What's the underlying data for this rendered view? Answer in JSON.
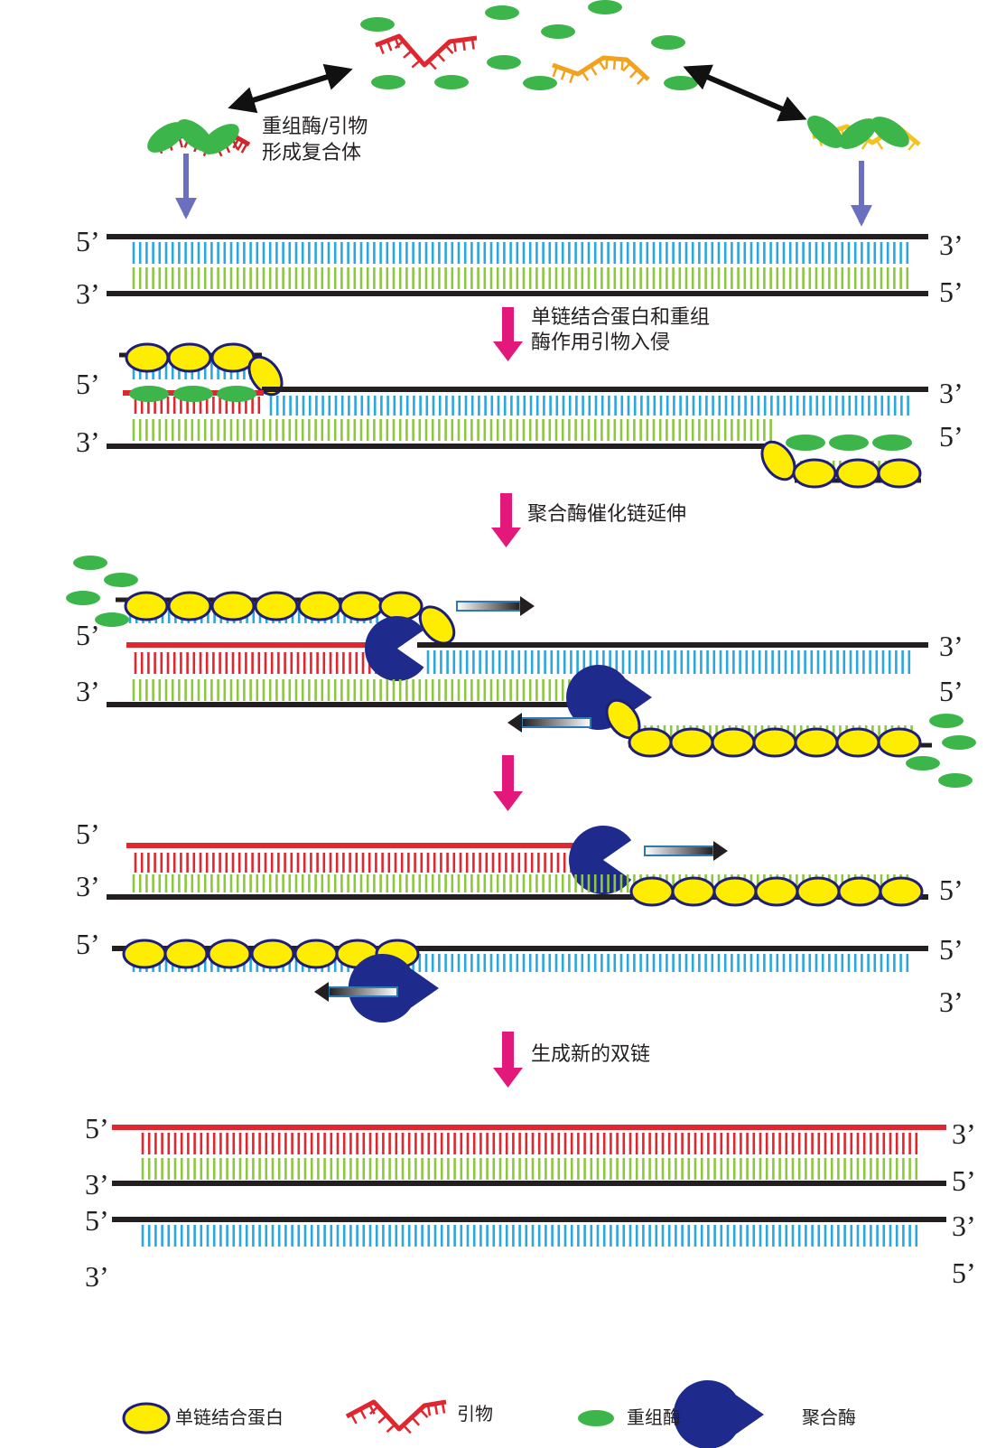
{
  "colors": {
    "strand": "#231f20",
    "template_top_rung": "#2aa7df",
    "template_bottom_rung": "#8dc63f",
    "primer_forward": "#e0262e",
    "primer_reverse_start": "#ffe600",
    "primer_reverse_end": "#e8392b",
    "ssb_fill": "#ffed00",
    "ssb_outline": "#1e1e78",
    "recombinase": "#3cb54a",
    "polymerase": "#1e2a8c",
    "step_arrow": "#e2197b",
    "loading_arrow": "#6b6fbf",
    "bidirectional_arrow": "#111111"
  },
  "icons": {
    "ssb": "yellow-oval-icon",
    "primer": "red-comb-strand-icon",
    "recombinase": "green-oval-icon",
    "polymerase": "blue-pacman-icon"
  },
  "labels": {
    "complex_note_line1": "重组酶/引物",
    "complex_note_line2": "形成复合体",
    "step1_line1": "单链结合蛋白和重组",
    "step1_line2": "酶作用引物入侵",
    "step2": "聚合酶催化链延伸",
    "step4": "生成新的双链"
  },
  "stages": {
    "template": {
      "top_left": "5’",
      "top_right": "3’",
      "bottom_left": "3’",
      "bottom_right": "5’"
    },
    "invasion": {
      "top_left": "5’",
      "top_right": "3’",
      "bottom_left": "3’",
      "bottom_right": "5’"
    },
    "extension": {
      "top_left": "5’",
      "top_right": "3’",
      "bottom_left": "3’",
      "bottom_right": "5’"
    },
    "separation_upper": {
      "top_left": "5’",
      "bottom_left": "3’",
      "bottom_right": "5’"
    },
    "separation_lower": {
      "top_left": "5’",
      "top_right": "5’",
      "bottom_right": "3’"
    },
    "products_a": {
      "top_left": "5’",
      "top_right": "3’",
      "bottom_left": "3’",
      "bottom_right": "5’"
    },
    "products_b": {
      "top_left": "5’",
      "top_right": "3’",
      "bottom_left": "3’",
      "bottom_right": "5’"
    }
  },
  "legend": {
    "ssb": "单链结合蛋白",
    "primer": "引物",
    "recombinase": "重组酶",
    "polymerase": "聚合酶"
  }
}
